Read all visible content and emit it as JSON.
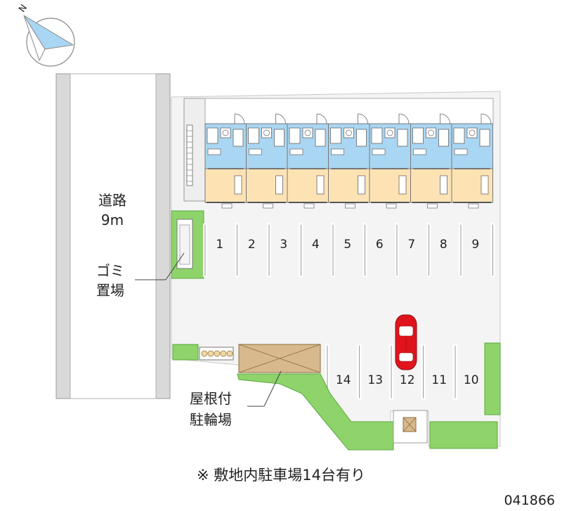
{
  "road": {
    "line1": "道路",
    "line2": "9m"
  },
  "garbage": {
    "line1": "ゴミ",
    "line2": "置場"
  },
  "bicycle": {
    "line1": "屋根付",
    "line2": "駐輪場"
  },
  "north_label": "N",
  "parking_note": "※ 敷地内駐車場14台有り",
  "property_code": "041866",
  "parking_stalls_top": [
    "1",
    "2",
    "3",
    "4",
    "5",
    "6",
    "7",
    "8",
    "9"
  ],
  "parking_stalls_bottom": [
    "14",
    "13",
    "12",
    "11",
    "10"
  ],
  "apartment_units_per_floor": 7,
  "colors": {
    "green": "#8ed46a",
    "green_edge": "#5aa83c",
    "unit_blue": "#a9d6f2",
    "unit_orange": "#fde3b4",
    "road_gray": "#d9d9d9",
    "paving": "#f2f2f2",
    "car_red": "#e0141c",
    "bike_roof": "#d8b98e"
  },
  "icons": {
    "compass": "compass-icon",
    "car": "car-icon"
  }
}
